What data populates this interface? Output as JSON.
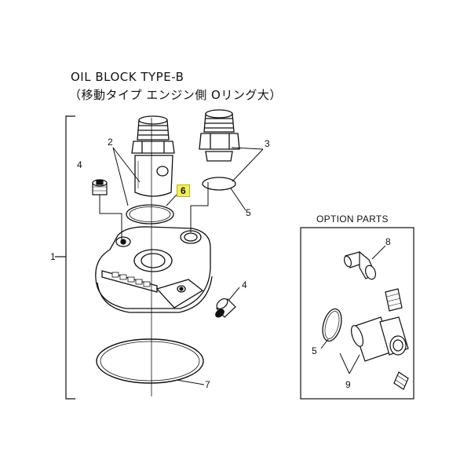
{
  "title": {
    "line1": "OIL BLOCK TYPE-B",
    "line2": "（移動タイプ エンジン側 Oリング大）"
  },
  "option_box": {
    "title": "OPTION PARTS"
  },
  "callouts": {
    "c1": "1",
    "c2": "2",
    "c3": "3",
    "c4a": "4",
    "c4b": "4",
    "c5a": "5",
    "c5b": "5",
    "c6": "6",
    "c7": "7",
    "c8": "8",
    "c9": "9"
  },
  "colors": {
    "highlight": "#f3ee5a",
    "line": "#111111"
  }
}
